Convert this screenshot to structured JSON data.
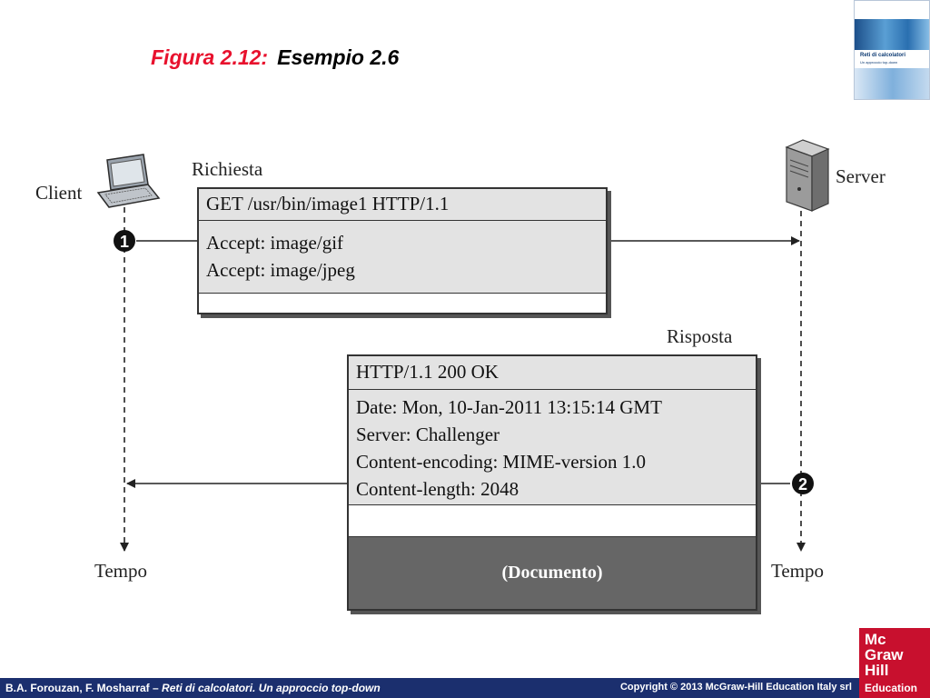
{
  "title": {
    "figure": "Figura 2.12:",
    "example": "Esempio 2.6"
  },
  "cover": {
    "book_title": "Reti di calcolatori",
    "book_subtitle": "Un approccio top-down"
  },
  "diagram": {
    "client_label": "Client",
    "server_label": "Server",
    "request_label": "Richiesta",
    "response_label": "Risposta",
    "time_label_client": "Tempo",
    "time_label_server": "Tempo",
    "step1": "1",
    "step2": "2",
    "request": {
      "request_line": "GET   /usr/bin/image1  HTTP/1.1",
      "headers": [
        "Accept: image/gif",
        "Accept: image/jpeg"
      ]
    },
    "response": {
      "status_line": "HTTP/1.1   200  OK",
      "headers": [
        "Date: Mon, 10-Jan-2011 13:15:14 GMT",
        "Server: Challenger",
        "Content-encoding: MIME-version 1.0",
        "Content-length: 2048"
      ],
      "body": "(Documento)"
    }
  },
  "footer": {
    "authors": "B.A. Forouzan, F. Mosharraf – ",
    "book": "Reti di calcolatori. Un approccio top-down",
    "copyright": "Copyright © 2013 McGraw-Hill Education Italy srl"
  },
  "logo": {
    "line1": "Mc",
    "line2": "Graw",
    "line3": "Hill",
    "line4": "Education"
  }
}
